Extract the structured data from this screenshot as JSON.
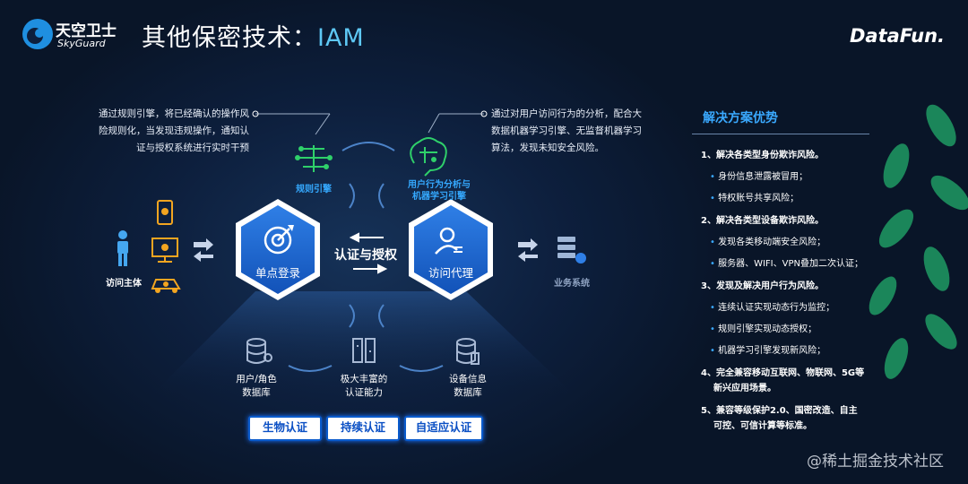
{
  "header": {
    "title_main": "其他保密技术：",
    "title_accent": "IAM",
    "logo_left_cn": "天空卫士",
    "logo_left_en": "SkyGuard",
    "logo_right": "DataFun."
  },
  "diagram": {
    "desc_left": [
      "通过规则引擎，将已经确认的操作风",
      "险规则化，当发现违规操作，通知认",
      "证与授权系统进行实时干预"
    ],
    "desc_right": [
      "通过对用户访问行为的分析，配合大",
      "数据机器学习引擎、无监督机器学习",
      "算法，发现未知安全风险。"
    ],
    "rule_engine_label": "规则引擎",
    "behavior_label": [
      "用户行为分析与",
      "机器学习引擎"
    ],
    "sso_label": "单点登录",
    "proxy_label": "访问代理",
    "center_label": "认证与授权",
    "subject_label": "访问主体",
    "system_label": "业务系统",
    "db_user": [
      "用户/角色",
      "数据库"
    ],
    "db_auth": [
      "极大丰富的",
      "认证能力"
    ],
    "db_device": [
      "设备信息",
      "数据库"
    ],
    "buttons": [
      "生物认证",
      "持续认证",
      "自适应认证"
    ]
  },
  "advantages": {
    "title": "解决方案优势",
    "items": [
      {
        "kind": "h",
        "text": "1、解决各类型身份欺诈风险。"
      },
      {
        "kind": "b",
        "text": "身份信息泄露被冒用；"
      },
      {
        "kind": "b",
        "text": "特权账号共享风险；"
      },
      {
        "kind": "h",
        "text": "2、解决各类型设备欺诈风险。"
      },
      {
        "kind": "b",
        "text": "发现各类移动端安全风险；"
      },
      {
        "kind": "b",
        "text": "服务器、WIFI、VPN叠加二次认证；"
      },
      {
        "kind": "h",
        "text": "3、发现及解决用户行为风险。"
      },
      {
        "kind": "b",
        "text": "连续认证实现动态行为监控；"
      },
      {
        "kind": "b",
        "text": "规则引擎实现动态授权；"
      },
      {
        "kind": "b",
        "text": "机器学习引擎发现新风险；"
      },
      {
        "kind": "h",
        "text": "4、完全兼容移动互联网、物联网、5G等"
      },
      {
        "kind": "h2",
        "text": "新兴应用场景。"
      },
      {
        "kind": "h",
        "text": "5、兼容等级保护2.0、国密改造、自主"
      },
      {
        "kind": "h2",
        "text": "可控、可信计算等标准。"
      }
    ]
  },
  "watermark": "@稀土掘金技术社区",
  "colors": {
    "accent": "#3aa9ff",
    "background": "#0d1f3d",
    "button_text": "#0a4fc4"
  }
}
